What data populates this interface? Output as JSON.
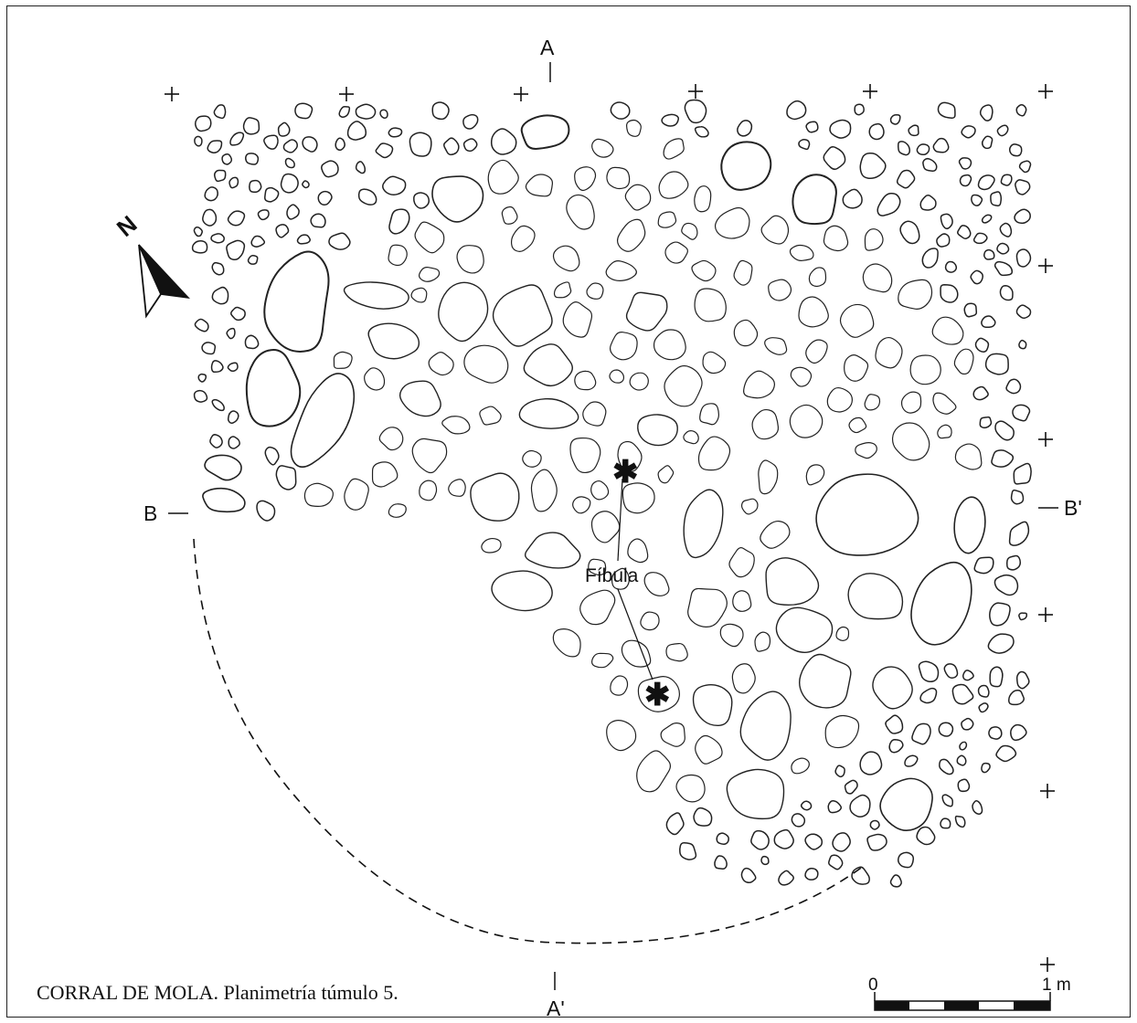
{
  "figure": {
    "caption": "CORRAL DE MOLA. Planimetría túmulo 5.",
    "north_label": "N",
    "section_labels": {
      "a": "A",
      "a_prime": "A'",
      "b": "B",
      "b_prime": "B'"
    },
    "annotation_label": "Fíbula",
    "scale": {
      "start_label": "0",
      "end_label": "1 m"
    }
  },
  "colors": {
    "ink": "#111111",
    "paper": "#ffffff"
  }
}
